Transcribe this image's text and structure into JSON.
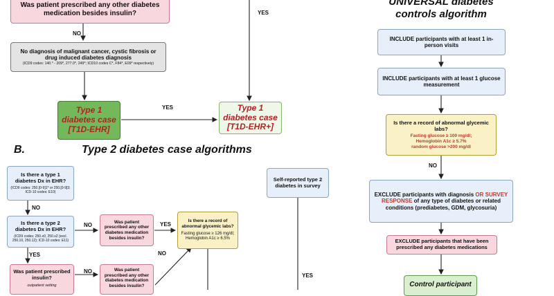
{
  "sectionA": {
    "box_top_pink": "Was patient prescribed any other diabetes medication besides insulin?",
    "label_no_1": "NO",
    "label_yes_right": "YES",
    "box_gray_title": "No diagnosis of malignant cancer, cystic fibrosis or drug induced diabetes diagnosis",
    "box_gray_codes": "(ICD9 codes: 140.* - 209*, 277.0*, 249*; ICD10 codes C*, F84*, E09* respectively)",
    "case_t1d_ehr_title": "Type 1 diabetes case",
    "case_t1d_ehr_tag": "[T1D-EHR]",
    "label_yes_mid": "YES",
    "case_t1d_ehrplus_title": "Type 1 diabetes case",
    "case_t1d_ehrplus_tag": "[T1D-EHR+]"
  },
  "sectionB": {
    "letter": "B.",
    "title": "Type 2 diabetes case algorithms",
    "box_t1_q": "Is there a type 1 diabetes Dx in EHR?",
    "box_t1_codes": "(ICD9 codes: 250.[0-9]1* or 250.[0-9]3; ICD-10 codes: E10)",
    "label_no_t1": "NO",
    "box_t2_q": "Is there a type 2 diabetes Dx in EHR?",
    "box_t2_codes": "(ICD9 codes: 250.x0, 250.x2 (excl. 250.10, 250.12); ICD-10 codes: E11)",
    "label_no_t2": "NO",
    "box_pink_med1": "Was patient prescribed any other diabetes medication besides insulin?",
    "label_yes_med1": "YES",
    "box_labs_q": "Is there a record of abnormal glycemic labs?",
    "box_labs_values": "Fasting glucose ≥ 126 mg/dl; Hemoglobin A1c ≥ 6.5%",
    "label_no_labs": "NO",
    "label_yes_t2": "YES",
    "box_insulin_q": "Was patient prescribed insulin?",
    "box_insulin_note": "outpatient setting",
    "label_no_insulin": "NO",
    "box_pink_med2": "Was patient prescribed any other diabetes medication besides insulin?",
    "box_selfreport": "Self-reported type 2 diabetes in survey",
    "label_yes_self": "YES"
  },
  "sectionC": {
    "heading": "UNIVERSAL diabetes controls algorithm",
    "include1": "INCLUDE participants with at least 1 in-person visits",
    "include2": "INCLUDE participants with at least 1 glucose measurement",
    "labs_q": "Is there a record of abnormal glycemic labs?",
    "labs_values_1": "Fasting glucose ≥ 100 mg/dl;",
    "labs_values_2": "Hemoglobin A1c ≥ 5.7%",
    "labs_values_3": "random glucose >200 mg/dl",
    "label_no": "NO",
    "exclude1_a": "EXCLUDE participants with diagnosis",
    "exclude1_b": "OR SURVEY RESPONSE",
    "exclude1_c": "of any type of diabetes or related conditions (prediabetes, GDM, glycosuria)",
    "exclude2": "EXCLUDE participants that have been prescribed any diabetes medications",
    "control": "Control participant"
  }
}
